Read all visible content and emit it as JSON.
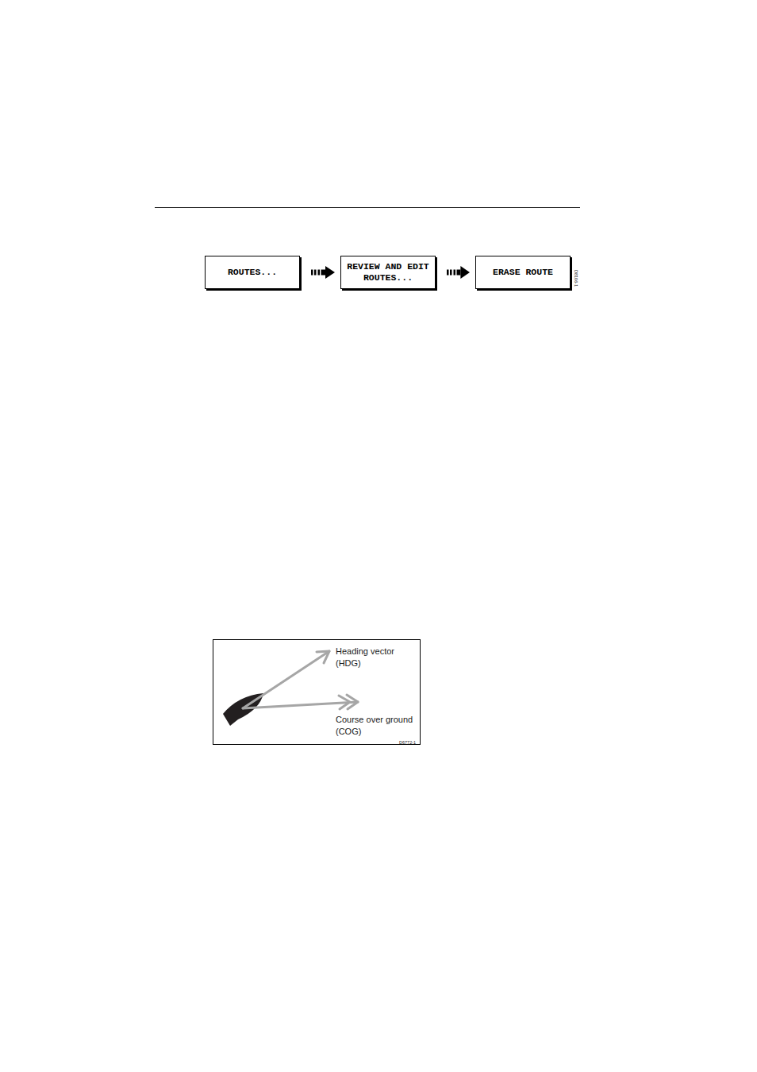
{
  "diagram": {
    "nodes": [
      {
        "text": [
          "ROUTES..."
        ]
      },
      {
        "text": [
          "REVIEW AND EDIT ROUTES..."
        ]
      },
      {
        "text": [
          "ERASE ROUTE"
        ]
      }
    ],
    "edges": [
      {
        "from": 0,
        "to": 1,
        "arrow": "to"
      },
      {
        "from": 1,
        "to": 2,
        "arrow": "to"
      }
    ],
    "labels": [
      "D8106-1",
      "Heading vector (HDG)",
      "Course over ground (COG)",
      "D6772-1"
    ]
  }
}
